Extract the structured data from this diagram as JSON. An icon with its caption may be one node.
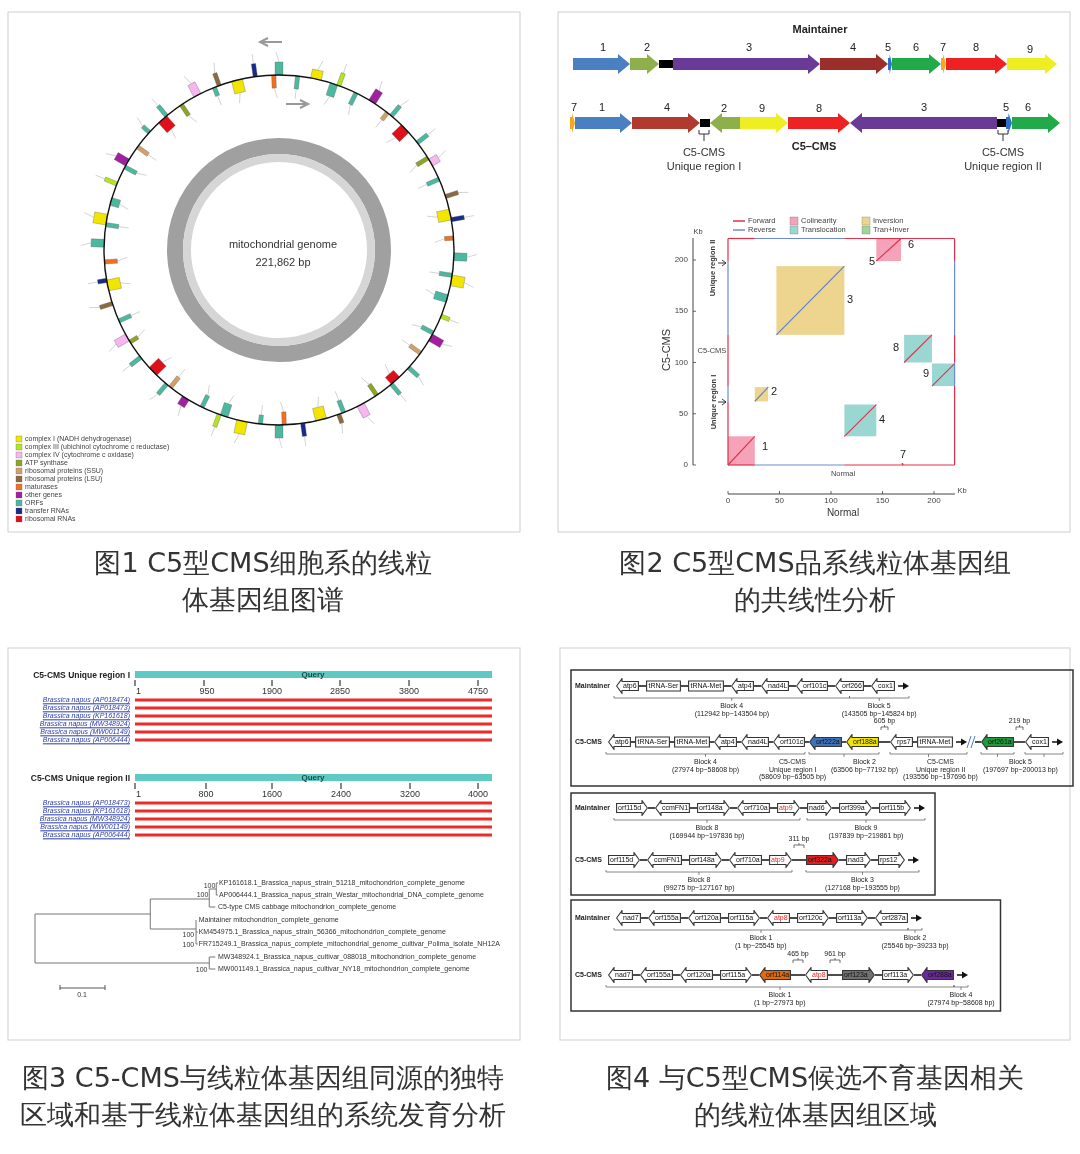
{
  "diagram": {
    "nodes": [
      {
        "text": [
          "atp6"
        ]
      },
      {
        "text": [
          "tRNA-Ser"
        ]
      },
      {
        "text": [
          "tRNA-Met"
        ]
      },
      {
        "text": [
          "atp4"
        ]
      },
      {
        "text": [
          "nad4L"
        ]
      },
      {
        "text": [
          "orf101c"
        ]
      },
      {
        "text": [
          "orf266"
        ]
      },
      {
        "text": [
          "cox1"
        ]
      },
      {
        "text": [
          "atp6"
        ]
      },
      {
        "text": [
          "tRNA-Ser"
        ]
      },
      {
        "text": [
          "tRNA-Met"
        ]
      },
      {
        "text": [
          "atp4"
        ]
      },
      {
        "text": [
          "nad4L"
        ]
      },
      {
        "text": [
          "orf101c"
        ]
      },
      {
        "text": [
          "orf222a"
        ]
      },
      {
        "text": [
          "orf188a"
        ]
      },
      {
        "text": [
          "rps7"
        ]
      },
      {
        "text": [
          "tRNA-Met"
        ]
      },
      {
        "text": [
          "orf261a"
        ]
      },
      {
        "text": [
          "cox1"
        ]
      },
      {
        "text": [
          "orf115d"
        ]
      },
      {
        "text": [
          "ccmFN1"
        ]
      },
      {
        "text": [
          "orf148a"
        ]
      },
      {
        "text": [
          "orf710a"
        ]
      },
      {
        "text": [
          "atp9"
        ]
      },
      {
        "text": [
          "nad6"
        ]
      },
      {
        "text": [
          "orf399a"
        ]
      },
      {
        "text": [
          "orf115b"
        ]
      },
      {
        "text": [
          "orf115d"
        ]
      },
      {
        "text": [
          "ccmFN1"
        ]
      },
      {
        "text": [
          "orf148a"
        ]
      },
      {
        "text": [
          "orf710a"
        ]
      },
      {
        "text": [
          "atp9"
        ]
      },
      {
        "text": [
          "orf322a"
        ]
      },
      {
        "text": [
          "nad3"
        ]
      },
      {
        "text": [
          "rps12"
        ]
      },
      {
        "text": [
          "nad7"
        ]
      },
      {
        "text": [
          "orf155a"
        ]
      },
      {
        "text": [
          "orf120a"
        ]
      },
      {
        "text": [
          "orf115a"
        ]
      },
      {
        "text": [
          "atp8"
        ]
      },
      {
        "text": [
          "orf120c"
        ]
      },
      {
        "text": [
          "orf113a"
        ]
      },
      {
        "text": [
          "orf287a"
        ]
      },
      {
        "text": [
          "nad7"
        ]
      },
      {
        "text": [
          "orf155a"
        ]
      },
      {
        "text": [
          "orf120a"
        ]
      },
      {
        "text": [
          "orf115a"
        ]
      },
      {
        "text": [
          "orf114a"
        ]
      },
      {
        "text": [
          "atp8"
        ]
      },
      {
        "text": [
          "orf123a"
        ]
      },
      {
        "text": [
          "orf113a"
        ]
      },
      {
        "text": [
          "orf288a"
        ]
      }
    ],
    "edges": [
      {
        "from": 0,
        "to": 1,
        "arrow": "none"
      },
      {
        "from": 1,
        "to": 2,
        "arrow": "none"
      },
      {
        "from": 2,
        "to": 3,
        "arrow": "none"
      },
      {
        "from": 3,
        "to": 4,
        "arrow": "none"
      },
      {
        "from": 4,
        "to": 5,
        "arrow": "none"
      },
      {
        "from": 5,
        "to": 6,
        "arrow": "none"
      },
      {
        "from": 6,
        "to": 7,
        "arrow": "none"
      },
      {
        "from": 8,
        "to": 9,
        "arrow": "none"
      },
      {
        "from": 9,
        "to": 10,
        "arrow": "none"
      },
      {
        "from": 10,
        "to": 11,
        "arrow": "none"
      },
      {
        "from": 11,
        "to": 12,
        "arrow": "none"
      },
      {
        "from": 12,
        "to": 13,
        "arrow": "none"
      },
      {
        "from": 13,
        "to": 14,
        "arrow": "none"
      },
      {
        "from": 14,
        "to": 15,
        "arrow": "none"
      },
      {
        "from": 15,
        "to": 16,
        "arrow": "none"
      },
      {
        "from": 16,
        "to": 17,
        "arrow": "none"
      },
      {
        "from": null,
        "to": 18,
        "arrow": "none"
      },
      {
        "from": 18,
        "to": 19,
        "arrow": "none"
      },
      {
        "from": 20,
        "to": 21,
        "arrow": "none"
      },
      {
        "from": 21,
        "to": 22,
        "arrow": "none"
      },
      {
        "from": 22,
        "to": 23,
        "arrow": "none"
      },
      {
        "from": 23,
        "to": 24,
        "arrow": "none"
      },
      {
        "from": 24,
        "to": 25,
        "arrow": "none"
      },
      {
        "from": 25,
        "to": 26,
        "arrow": "none"
      },
      {
        "from": 26,
        "to": 27,
        "arrow": "none"
      },
      {
        "from": 28,
        "to": 29,
        "arrow": "none"
      },
      {
        "from": 29,
        "to": 30,
        "arrow": "none"
      },
      {
        "from": 30,
        "to": 31,
        "arrow": "none"
      },
      {
        "from": 31,
        "to": 32,
        "arrow": "none"
      },
      {
        "from": 32,
        "to": 33,
        "arrow": "none"
      },
      {
        "from": 33,
        "to": 34,
        "arrow": "none"
      },
      {
        "from": 34,
        "to": 35,
        "arrow": "none"
      },
      {
        "from": 36,
        "to": 37,
        "arrow": "none"
      },
      {
        "from": 37,
        "to": 38,
        "arrow": "none"
      },
      {
        "from": 38,
        "to": 39,
        "arrow": "none"
      },
      {
        "from": 39,
        "to": 40,
        "arrow": "none"
      },
      {
        "from": 40,
        "to": 41,
        "arrow": "none"
      },
      {
        "from": 41,
        "to": 42,
        "arrow": "none"
      },
      {
        "from": 42,
        "to": 43,
        "arrow": "none"
      },
      {
        "from": 44,
        "to": 45,
        "arrow": "none"
      },
      {
        "from": 45,
        "to": 46,
        "arrow": "none"
      },
      {
        "from": 46,
        "to": 47,
        "arrow": "none"
      },
      {
        "from": 47,
        "to": 48,
        "arrow": "none"
      },
      {
        "from": 48,
        "to": 49,
        "arrow": "none"
      },
      {
        "from": 49,
        "to": 50,
        "arrow": "none"
      },
      {
        "from": 50,
        "to": 51,
        "arrow": "none"
      },
      {
        "from": 51,
        "to": 52,
        "arrow": "none"
      }
    ],
    "labels": [
      "mitochondrial genome",
      "221,862 bp",
      "Maintainer",
      "1",
      "2",
      "3",
      "4",
      "5",
      "6",
      "7",
      "8",
      "9",
      "7",
      "1",
      "4",
      "2",
      "9",
      "8",
      "3",
      "5",
      "6",
      "C5-CMS",
      "Unique region I",
      "C5–CMS",
      "C5-CMS",
      "Unique region II",
      "Kb",
      "200",
      "150",
      "100",
      "50",
      "0",
      "C5-CMS",
      "Unique region II",
      "C5-CMS",
      "Unique region I",
      "6",
      "5",
      "3",
      "8",
      "9",
      "2",
      "4",
      "1",
      "7",
      "Normal",
      "0",
      "50",
      "100",
      "150",
      "200",
      "Kb",
      "Normal",
      "C5-CMS Unique region I",
      "Query",
      "1",
      "950",
      "1900",
      "2850",
      "3800",
      "4750",
      "Brassica napus (AP018474)",
      "Brassica napus (AP018473)",
      "Brassica napus (KP161618)",
      "Brassica napus (MW348924)",
      "Brassica napus (MW001149)",
      "Brassica napus (AP006444)",
      "C5-CMS Unique region II",
      "Query",
      "1",
      "800",
      "1600",
      "2400",
      "3200",
      "4000",
      "Brassica napus (AP018473)",
      "Brassica napus (KP161618)",
      "Brassica napus (MW348924)",
      "Brassica napus (MW001149)",
      "Brassica napus (AP006444)",
      "100",
      "KP161618.1_Brassica_napus_strain_51218_mitochondrion_complete_genome",
      "100",
      "AP006444.1_Brassica_napus_strain_Westar_mitochondrial_DNA_complete_genome",
      "C5-type CMS cabbage mitochondrion_complete_genome",
      "Maintainer mitochondrion_complete_genome",
      "100",
      "KM454975.1_Brassica_napus_strain_56366_mitochondrion_complete_genome",
      "100",
      "FR715249.1_Brassica_napus_complete_mitochondrial_genome_cultivar_Polima_isolate_NH12A",
      "MW348924.1_Brassica_napus_cultivar_088018_mitochondrion_complete_genome",
      "100",
      "MW001149.1_Brassica_napus_cultivar_NY18_mitochondrion_complete_genome",
      "0.1",
      "Maintainer",
      "Block 4",
      "(112942 bp~143504 bp)",
      "Block 5",
      "(143505 bp~145824 bp)",
      "C5-CMS",
      "605 bp",
      "219 bp",
      "Block 4",
      "(27974 bp~58608 bp)",
      "C5-CMS",
      "Unique region I",
      "(58609 bp~63505 bp)",
      "Block 2",
      "(63506 bp~77192 bp)",
      "C5-CMS",
      "Unique region II",
      "(193556 bp~197696 bp)",
      "Block 5",
      "(197697 bp~200013 bp)",
      "Maintainer",
      "Block 8",
      "(169944 bp~197836 bp)",
      "Block 9",
      "(197839 bp~219861 bp)",
      "311 bp",
      "C5-CMS",
      "Block 8",
      "(99275 bp~127167 bp)",
      "Block 3",
      "(127168 bp~193555 bp)",
      "Maintainer",
      "Block 1",
      "(1 bp~25545 bp)",
      "Block 2",
      "(25546 bp~39233 bp)",
      "465 bp",
      "961 bp",
      "C5-CMS",
      "Block 1",
      "(1 bp~27973 bp)",
      "Block 4",
      "(27974 bp~58608 bp)",
      "图1 C5型CMS细胞系的线粒体基因组图谱",
      "图2 C5型CMS品系线粒体基因组的共线性分析",
      "图3 C5-CMS与线粒体基因组同源的独特区域和基于线粒体基因组的系统发育分析",
      "图4 与C5型CMS候选不育基因相关的线粒体基因组区域"
    ],
    "legend": [
      {
        "text": "complex I (NADH dehydrogenase)",
        "color": "#f2e600"
      },
      {
        "text": "complex III (ubichinol cytochrome c reductase)",
        "color": "#b5e61d"
      },
      {
        "text": "complex IV (cytochrome c oxidase)",
        "color": "#f7b6f0"
      },
      {
        "text": "ATP synthase",
        "color": "#8aa52a"
      },
      {
        "text": "ribosomal proteins (SSU)",
        "color": "#d2a06a"
      },
      {
        "text": "ribosomal proteins (LSU)",
        "color": "#8b6a3e"
      },
      {
        "text": "maturases",
        "color": "#f07020"
      },
      {
        "text": "other genes",
        "color": "#a020a0"
      },
      {
        "text": "ORFs",
        "color": "#4db8a0"
      },
      {
        "text": "transfer RNAs",
        "color": "#1a2a8a"
      },
      {
        "text": "ribosomal RNAs",
        "color": "#e0101a"
      },
      {
        "text": "Forward"
      },
      {
        "text": "Colinearity",
        "color": "#f4a3b9"
      },
      {
        "text": "Inversion",
        "color": "#edd48f"
      },
      {
        "text": "Reverse"
      },
      {
        "text": "Translocation",
        "color": "#9ad6d2"
      },
      {
        "text": "Tran+Inver",
        "color": "#9fd69a"
      }
    ]
  }
}
